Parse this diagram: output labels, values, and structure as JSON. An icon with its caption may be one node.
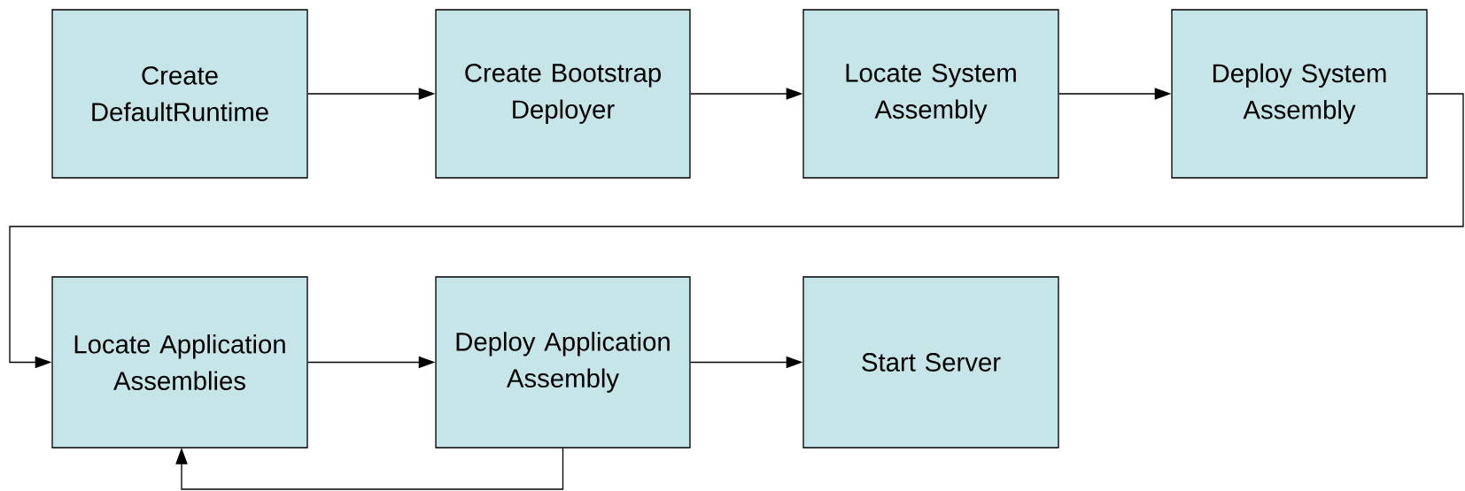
{
  "diagram": {
    "nodes": [
      {
        "text": [
          "Create DefaultRuntime"
        ]
      },
      {
        "text": [
          "Create Bootstrap Deployer"
        ]
      },
      {
        "text": [
          "Locate System Assembly"
        ]
      },
      {
        "text": [
          "Deploy System Assembly"
        ]
      },
      {
        "text": [
          "Locate Application Assemblies"
        ]
      },
      {
        "text": [
          "Deploy Application Assembly"
        ]
      },
      {
        "text": [
          "Start Server"
        ]
      }
    ],
    "edges": [
      {
        "from": 0,
        "to": 1,
        "arrow": "to"
      },
      {
        "from": 1,
        "to": 2,
        "arrow": "to"
      },
      {
        "from": 2,
        "to": 3,
        "arrow": "to"
      },
      {
        "from": 3,
        "to": 4,
        "arrow": "to"
      },
      {
        "from": 4,
        "to": 5,
        "arrow": "to"
      },
      {
        "from": 5,
        "to": 6,
        "arrow": "to"
      },
      {
        "from": 5,
        "to": 4,
        "arrow": "to"
      }
    ]
  }
}
